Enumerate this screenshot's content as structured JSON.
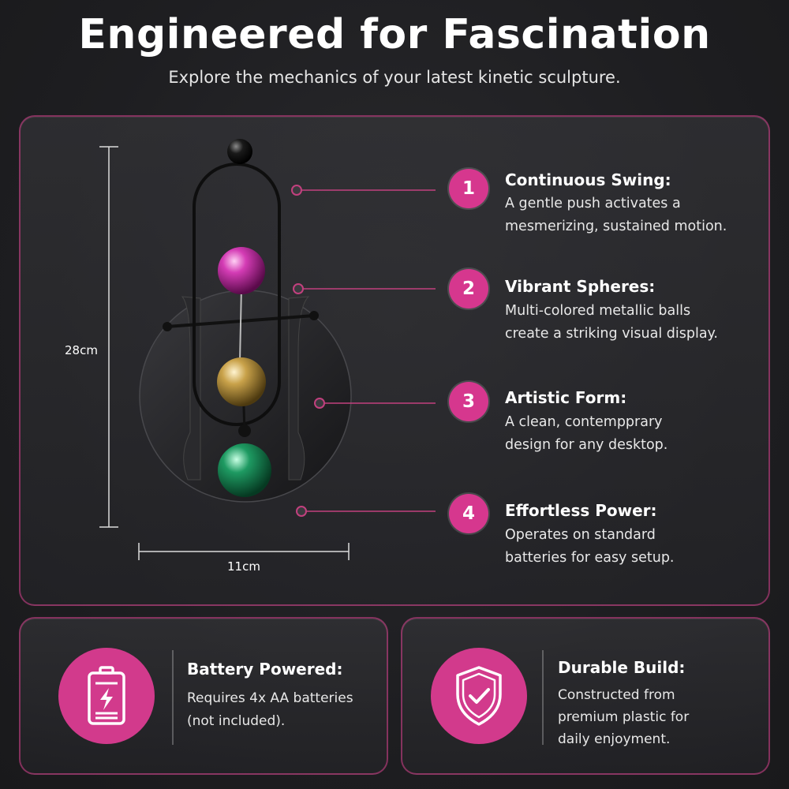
{
  "header": {
    "title": "Engineered for Fascination",
    "subtitle": "Explore the mechanics of your latest kinetic sculpture."
  },
  "dimensions": {
    "height_label": "28cm",
    "width_label": "11cm"
  },
  "features": [
    {
      "number": "1",
      "title": "Continuous Swing:",
      "desc_line1": "A gentle push activates a",
      "desc_line2": "mesmerizing, sustained motion."
    },
    {
      "number": "2",
      "title": "Vibrant Spheres:",
      "desc_line1": "Multi-colored metallic balls",
      "desc_line2": "create a striking visual display."
    },
    {
      "number": "3",
      "title": "Artistic Form:",
      "desc_line1": "A clean, contempprary",
      "desc_line2": "design for any desktop."
    },
    {
      "number": "4",
      "title": "Effortless Power:",
      "desc_line1": "Operates on standard",
      "desc_line2": "batteries for easy setup."
    }
  ],
  "cards": {
    "battery": {
      "icon": "battery-icon",
      "title": "Battery Powered:",
      "desc_line1": "Requires 4x AA batteries",
      "desc_line2": "(not included)."
    },
    "durable": {
      "icon": "shield-check-icon",
      "title": "Durable Build:",
      "desc_line1": "Constructed from",
      "desc_line2": "premium plastic for",
      "desc_line3": "daily enjoyment."
    }
  },
  "colors": {
    "accent": "#d6378e",
    "background": "#1e1e21",
    "sphere_top": "#c0269a",
    "sphere_middle": "#c9a64a",
    "sphere_bottom": "#1f8a5a"
  }
}
